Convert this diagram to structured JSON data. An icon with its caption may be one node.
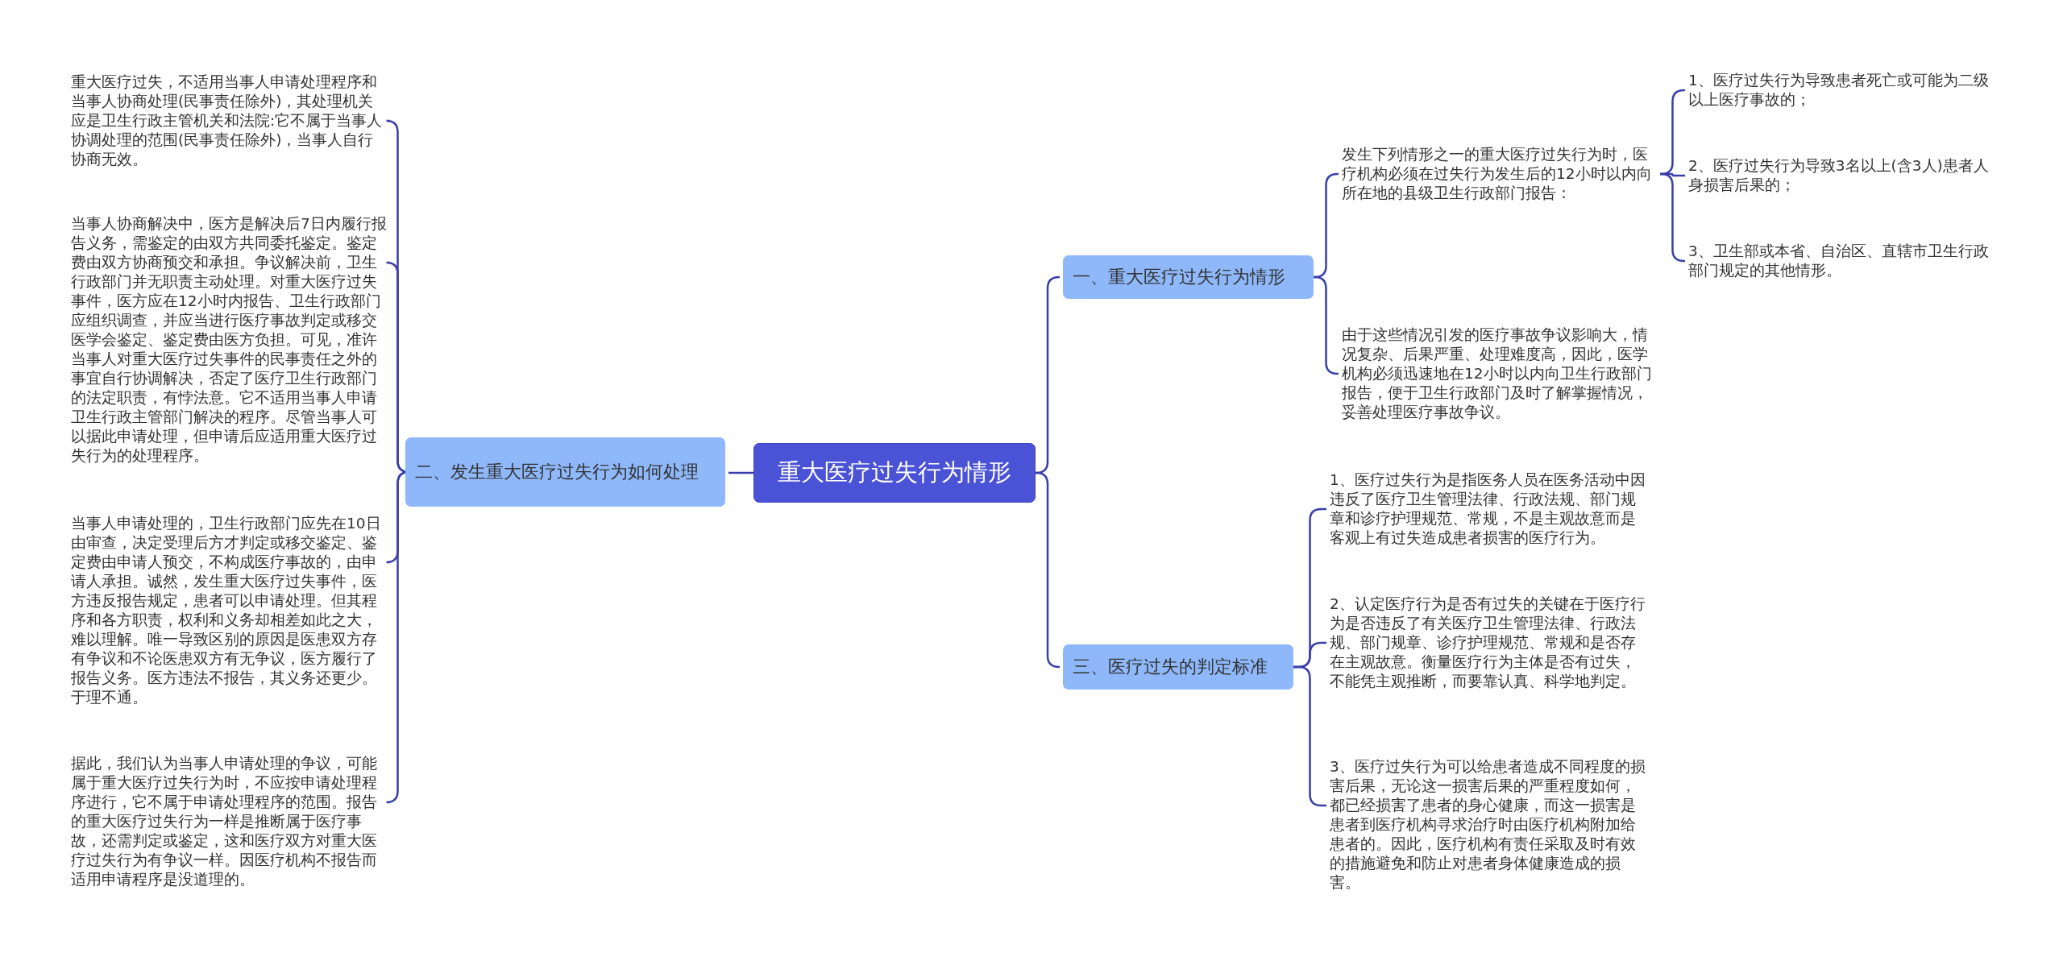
{
  "diagram": {
    "nodes": [
      {
        "text": [
          "重大医疗过失行为情形"
        ]
      },
      {
        "text": [
          "一、重大医疗过失行为情形"
        ]
      },
      {
        "text": [
          "二、发生重大医疗过失行为如何处理"
        ]
      },
      {
        "text": [
          "三、医疗过失的判定标准"
        ]
      },
      {
        "text": [
          "发生下列情形之一的重大医疗过失行为时，医疗机构必须在过失行为发生后的12小时以内向所在地的县级卫生行政部门报告："
        ]
      },
      {
        "text": [
          "由于这些情况引发的医疗事故争议影响大，情况复杂、后果严重、处理难度高，因此，医学机构必须迅速地在12小时以内向卫生行政部门报告，便于卫生行政部门及时了解掌握情况，妥善处理医疗事故争议。"
        ]
      },
      {
        "text": [
          "1、医疗过失行为导致患者死亡或可能为二级以上医疗事故的；"
        ]
      },
      {
        "text": [
          "2、医疗过失行为导致3名以上(含3人)患者人身损害后果的；"
        ]
      },
      {
        "text": [
          "3、卫生部或本省、自治区、直辖市卫生行政部门规定的其他情形。"
        ]
      },
      {
        "text": [
          "重大医疗过失，不适用当事人申请处理程序和当事人协商处理(民事责任除外)，其处理机关应是卫生行政主管机关和法院:它不属于当事人协调处理的范围(民事责任除外)，当事人自行协商无效。"
        ]
      },
      {
        "text": [
          "当事人协商解决中，医方是解决后7日内履行报告义务，需鉴定的由双方共同委托鉴定。鉴定费由双方协商预交和承担。争议解决前，卫生行政部门并无职责主动处理。对重大医疗过失事件，医方应在12小时内报告、卫生行政部门应组织调查，并应当进行医疗事故判定或移交医学会鉴定、鉴定费由医方负担。可见，准许当事人对重大医疗过失事件的民事责任之外的事宜自行协调解决，否定了医疗卫生行政部门的法定职责，有悖法意。它不适用当事人申请卫生行政主管部门解决的程序。尽管当事人可以据此申请处理，但申请后应适用重大医疗过失行为的处理程序。"
        ]
      },
      {
        "text": [
          "当事人申请处理的，卫生行政部门应先在10日由审查，决定受理后方才判定或移交鉴定、鉴定费由申请人预交，不构成医疗事故的，由申请人承担。诚然，发生重大医疗过失事件，医方违反报告规定，患者可以申请处理。但其程序和各方职责，权利和义务却相差如此之大，难以理解。唯一导致区别的原因是医患双方存有争议和不论医患双方有无争议，医方履行了报告义务。医方违法不报告，其义务还更少。于理不通。"
        ]
      },
      {
        "text": [
          "据此，我们认为当事人申请处理的争议，可能属于重大医疗过失行为时，不应按申请处理程序进行，它不属于申请处理程序的范围。报告的重大医疗过失行为一样是推断属于医疗事故，还需判定或鉴定，这和医疗双方对重大医疗过失行为有争议一样。因医疗机构不报告而适用申请程序是没道理的。"
        ]
      },
      {
        "text": [
          "1、医疗过失行为是指医务人员在医务活动中因违反了医疗卫生管理法律、行政法规、部门规章和诊疗护理规范、常规，不是主观故意而是客观上有过失造成患者损害的医疗行为。"
        ]
      },
      {
        "text": [
          "2、认定医疗行为是否有过失的关键在于医疗行为是否违反了有关医疗卫生管理法律、行政法规、部门规章、诊疗护理规范、常规和是否存在主观故意。衡量医疗行为主体是否有过失，不能凭主观推断，而要靠认真、科学地判定。"
        ]
      },
      {
        "text": [
          "3、医疗过失行为可以给患者造成不同程度的损害后果，无论这一损害后果的严重程度如何，都已经损害了患者的身心健康，而这一损害是患者到医疗机构寻求治疗时由医疗机构附加给患者的。因此，医疗机构有责任采取及时有效的措施避免和防止对患者身体健康造成的损害。"
        ]
      }
    ],
    "edges": [
      {
        "from": 0,
        "to": 1,
        "arrow": "none"
      },
      {
        "from": 0,
        "to": 2,
        "arrow": "none"
      },
      {
        "from": 0,
        "to": 3,
        "arrow": "none"
      },
      {
        "from": 1,
        "to": 4,
        "arrow": "none"
      },
      {
        "from": 1,
        "to": 5,
        "arrow": "none"
      },
      {
        "from": 4,
        "to": 6,
        "arrow": "none"
      },
      {
        "from": 4,
        "to": 7,
        "arrow": "none"
      },
      {
        "from": 4,
        "to": 8,
        "arrow": "none"
      },
      {
        "from": 2,
        "to": 9,
        "arrow": "none"
      },
      {
        "from": 2,
        "to": 10,
        "arrow": "none"
      },
      {
        "from": 2,
        "to": 11,
        "arrow": "none"
      },
      {
        "from": 2,
        "to": 12,
        "arrow": "none"
      },
      {
        "from": 3,
        "to": 13,
        "arrow": "none"
      },
      {
        "from": 3,
        "to": 14,
        "arrow": "none"
      },
      {
        "from": 3,
        "to": 15,
        "arrow": "none"
      }
    ]
  }
}
